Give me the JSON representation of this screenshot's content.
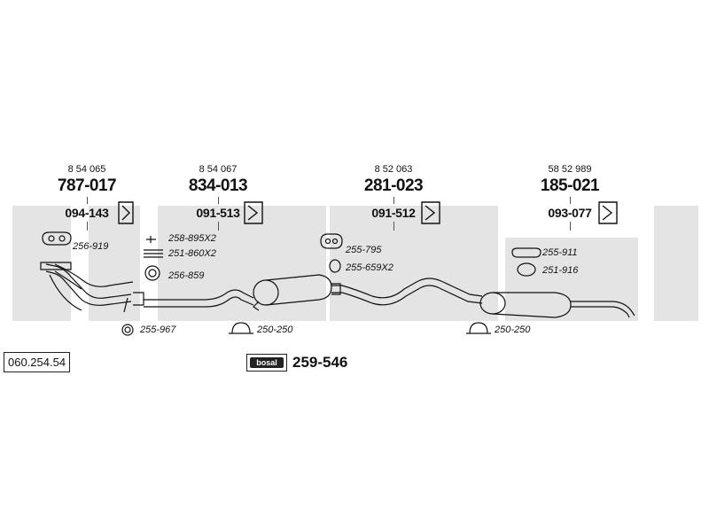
{
  "reference_number": "060.254.54",
  "series_number": "259-546",
  "logo_text": "bosal",
  "colors": {
    "watermark": "#e4e4e4",
    "line": "#111111",
    "text": "#111111"
  },
  "sections": [
    {
      "oe_number": "8 54 065",
      "part_number": "787-017",
      "mount_number": "094-143"
    },
    {
      "oe_number": "8 54 067",
      "part_number": "834-013",
      "mount_number": "091-513"
    },
    {
      "oe_number": "8 52 063",
      "part_number": "281-023",
      "mount_number": "091-512"
    },
    {
      "oe_number": "58 52 989",
      "part_number": "185-021",
      "mount_number": "093-077"
    }
  ],
  "accessories": {
    "a_256_919": "256-919",
    "a_258_895": "258-895X2",
    "a_251_860": "251-860X2",
    "a_256_859": "256-859",
    "a_255_967": "255-967",
    "a_250_250_left": "250-250",
    "a_255_795": "255-795",
    "a_255_659": "255-659X2",
    "a_255_911": "255-911",
    "a_251_916": "251-916",
    "a_250_250_right": "250-250"
  }
}
